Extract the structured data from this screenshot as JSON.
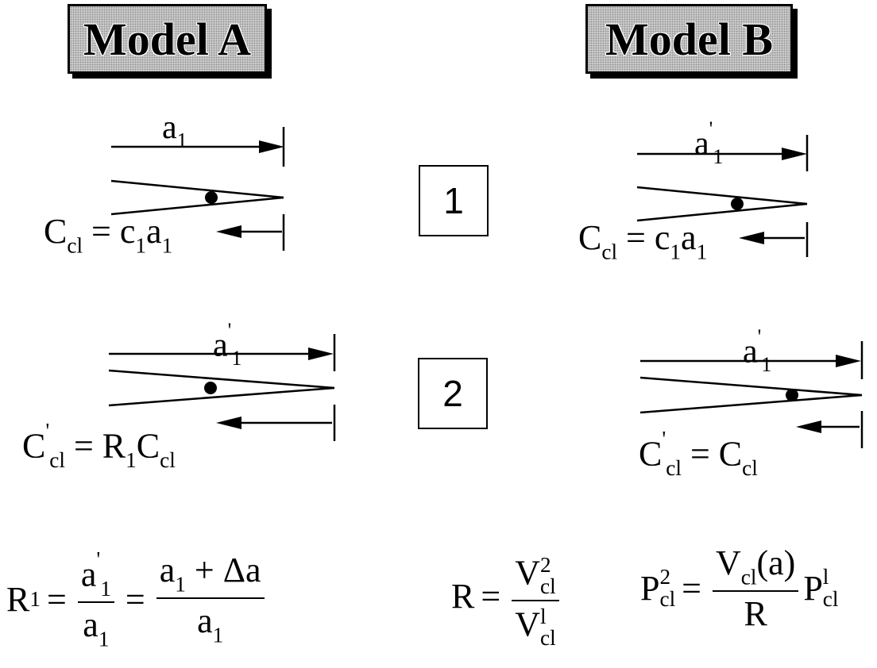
{
  "models": {
    "a_title": "Model A",
    "b_title": "Model B"
  },
  "steps": {
    "step1": "1",
    "step2": "2"
  },
  "labels": {
    "a1": "a",
    "sub1": "1",
    "prime": "'",
    "ccl_sym": "C",
    "cl": "cl",
    "eq_a1_rhs_c": "c",
    "eq_a1_rhs_a": "a",
    "eq_a2_rhs": "R",
    "eq_b2_rhs": "C"
  },
  "formulas": {
    "r1_lhs": "R",
    "r1_num_mid": "a",
    "r1_den_mid": "a",
    "r1_num_right": "a",
    "r1_plus_delta": " + Δa",
    "r1_den_right": "a",
    "r_lhs": "R",
    "r_num": "V",
    "r_num_sup": "2",
    "r_den": "V",
    "r_den_sup": "l",
    "p_lhs": "P",
    "p_sup": "2",
    "p_num": "V",
    "p_num_arg": "(a)",
    "p_den": "R",
    "p_tail": "P",
    "p_tail_sup": "l",
    "equals": "="
  }
}
